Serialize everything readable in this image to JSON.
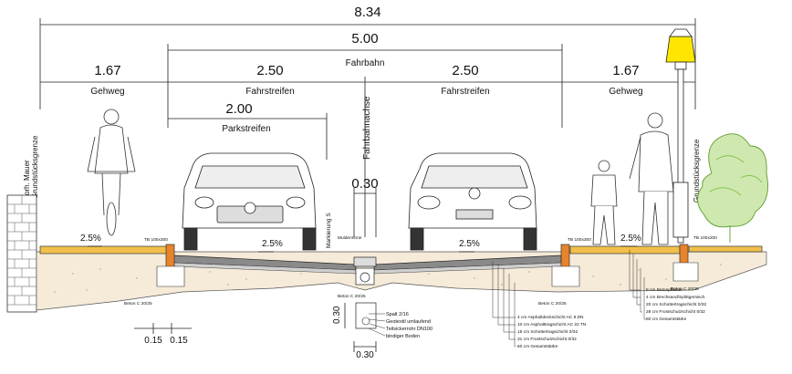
{
  "dimensions": {
    "total": "8.34",
    "roadway": "5.00",
    "sidewalk_left": "1.67",
    "lane_left": "2.50",
    "lane_right": "2.50",
    "sidewalk_right": "1.67",
    "parking": "2.00",
    "gutter_top": "0.30",
    "gutter_bottom": "0.30",
    "gutter_height": "0.30",
    "curb_a": "0.15",
    "curb_b": "0.15"
  },
  "labels": {
    "roadway": "Fahrbahn",
    "sidewalk_left": "Gehweg",
    "sidewalk_right": "Gehweg",
    "lane_left": "Fahrstreifen",
    "lane_right": "Fahrstreifen",
    "parking": "Parkstreifen",
    "centerline": "Fahrbahnachse",
    "property_left": "Grundstücksgrenze",
    "wall_left": "vorh. Mauer",
    "property_right": "Grundstücksgrenze",
    "marking": "Markierung S",
    "gutter": "Muldenrinne"
  },
  "slopes": [
    "2.5%",
    "2.5%",
    "2.5%",
    "2.5%"
  ],
  "curb_tags": [
    "TB 100x300",
    "TB 100x300",
    "TB 100x200"
  ],
  "concrete_tags": [
    "Beton C 20/25",
    "Beton C 20/25",
    "Beton C 20/25",
    "Beton C 20/25"
  ],
  "gutter_legend": [
    "Spalt 2/16",
    "Geotextil umlaufend",
    "Teilsickerrohr DN100",
    "bindiger Boden"
  ],
  "road_layers": [
    "4 cm Asphaltdeckschicht AC 8 DN",
    "10 cm Asphalttragschicht AC 22 TN",
    "15 cm Schottertragschicht 0/32",
    "31 cm Frostschutzschicht 0/32",
    "60 cm Gesamtstärke"
  ],
  "walk_layers": [
    "8 cm Betonpflaster",
    "4 cm Brechsand/Splittgemisch",
    "20 cm Schottertragschicht 0/32",
    "28 cm Frostschutzschicht 0/32",
    "60 cm Gesamtstärke"
  ],
  "icons": [
    "cyclist-icon",
    "car-front-icon",
    "car-rear-icon",
    "pedestrian-adult-icon",
    "pedestrian-child-icon",
    "street-lamp-icon",
    "tree-icon",
    "brick-wall-icon"
  ],
  "colors": {
    "paving": "#f2c04a",
    "curb": "#e8842a",
    "asphalt": "#7a7a7a",
    "subbase": "#f6ead8",
    "lamp": "#ffe600",
    "tree": "#7bc043"
  }
}
